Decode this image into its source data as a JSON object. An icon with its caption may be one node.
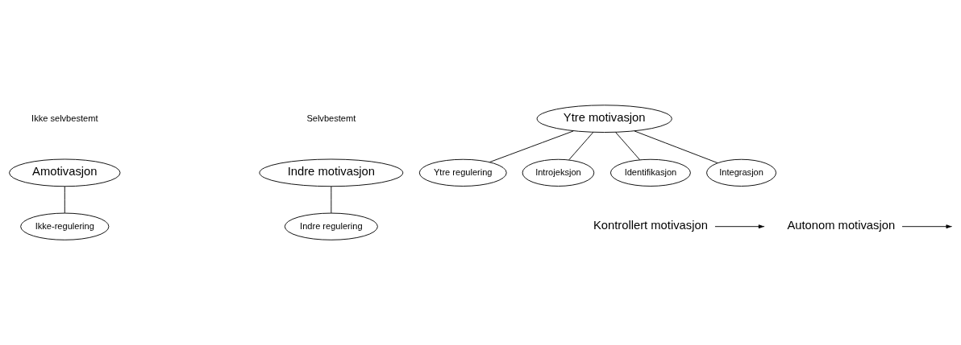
{
  "diagram": {
    "nodes": [
      {
        "text": [
          "Amotivasjon"
        ]
      },
      {
        "text": [
          "Ikke-regulering"
        ]
      },
      {
        "text": [
          "Ytre motivasjon"
        ]
      },
      {
        "text": [
          "Ytre regulering"
        ]
      },
      {
        "text": [
          "Introjeksjon"
        ]
      },
      {
        "text": [
          "Identifikasjon"
        ]
      },
      {
        "text": [
          "Integrasjon"
        ]
      },
      {
        "text": [
          "Indre motivasjon"
        ]
      },
      {
        "text": [
          "Indre regulering"
        ]
      },
      {
        "text": [
          "Kontrollert motivasjon"
        ]
      },
      {
        "text": [
          "Autonom motivasjon"
        ]
      }
    ],
    "edges": [
      {
        "from": 0,
        "to": 1,
        "arrow": "none"
      },
      {
        "from": 2,
        "to": 3,
        "arrow": "none"
      },
      {
        "from": 2,
        "to": 4,
        "arrow": "none"
      },
      {
        "from": 2,
        "to": 5,
        "arrow": "none"
      },
      {
        "from": 2,
        "to": 6,
        "arrow": "none"
      },
      {
        "from": 7,
        "to": 8,
        "arrow": "none"
      },
      {
        "from": 9,
        "to": null,
        "arrow": "to"
      },
      {
        "from": 10,
        "to": null,
        "arrow": "to"
      }
    ],
    "labels": [
      "Ikke selvbestemt",
      "Selvbestemt"
    ]
  }
}
